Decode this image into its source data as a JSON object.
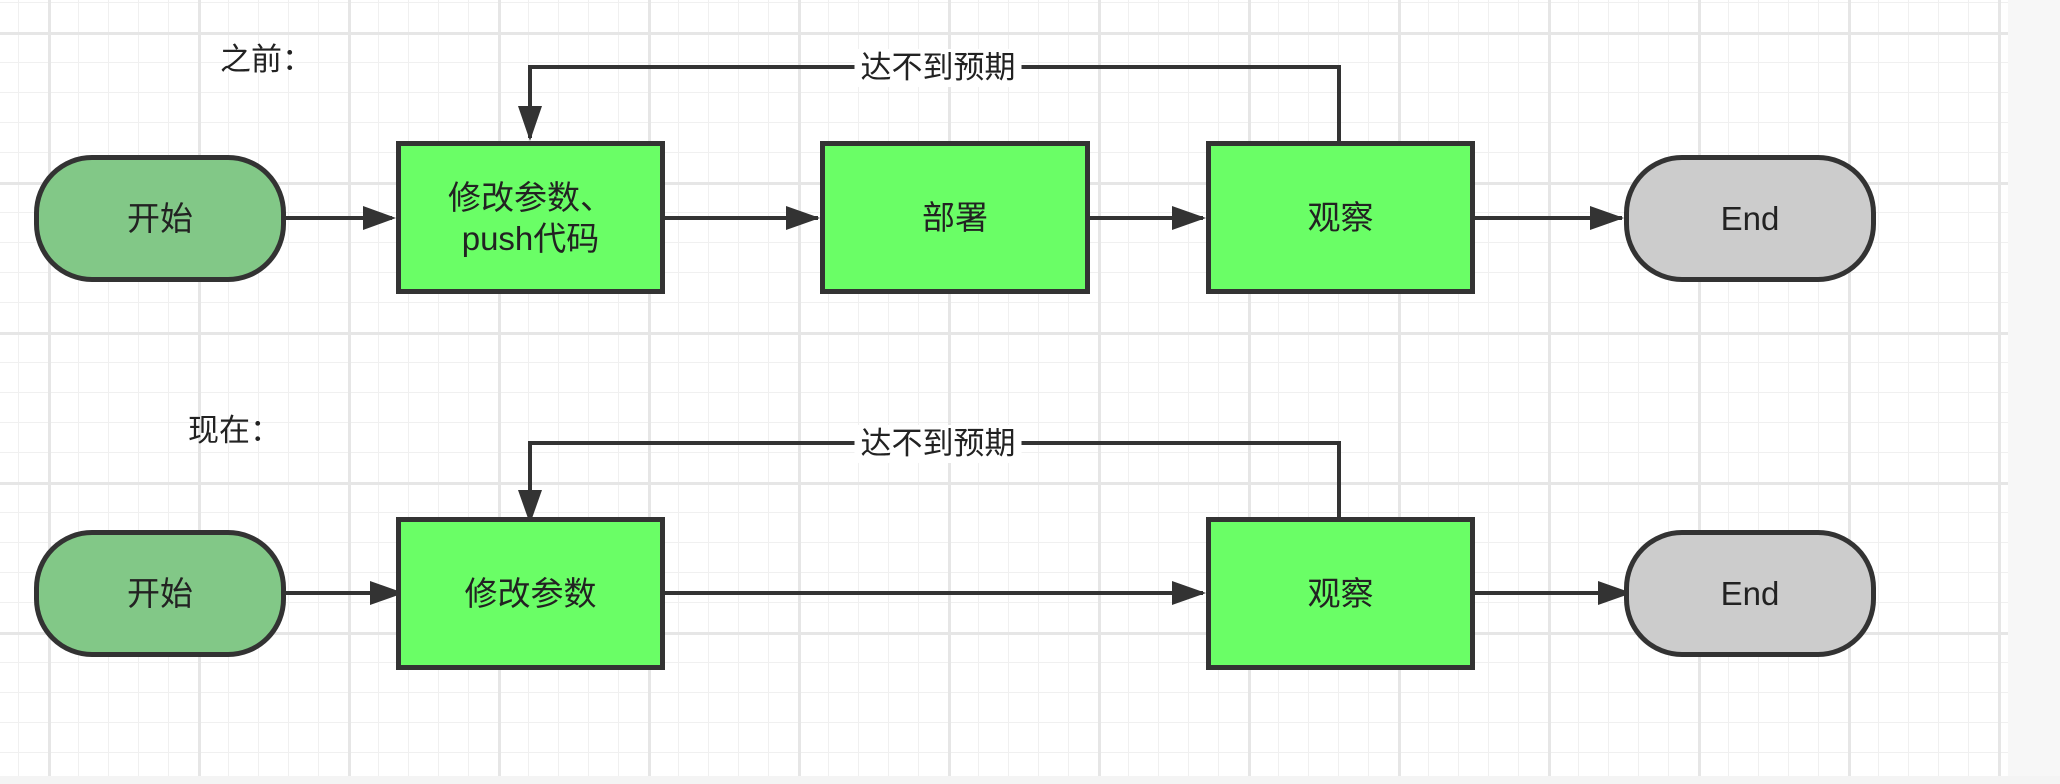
{
  "diagram": {
    "before": {
      "title": "之前：",
      "nodes": {
        "start": "开始",
        "modify": "修改参数、\npush代码",
        "deploy": "部署",
        "observe": "观察",
        "end": "End"
      },
      "loop_label": "达不到预期"
    },
    "after": {
      "title": "现在：",
      "nodes": {
        "start": "开始",
        "modify": "修改参数",
        "observe": "观察",
        "end": "End"
      },
      "loop_label": "达不到预期"
    }
  },
  "colors": {
    "start_fill": "#82c887",
    "process_fill": "#6afe66",
    "end_fill": "#cccccc",
    "stroke": "#333333"
  }
}
